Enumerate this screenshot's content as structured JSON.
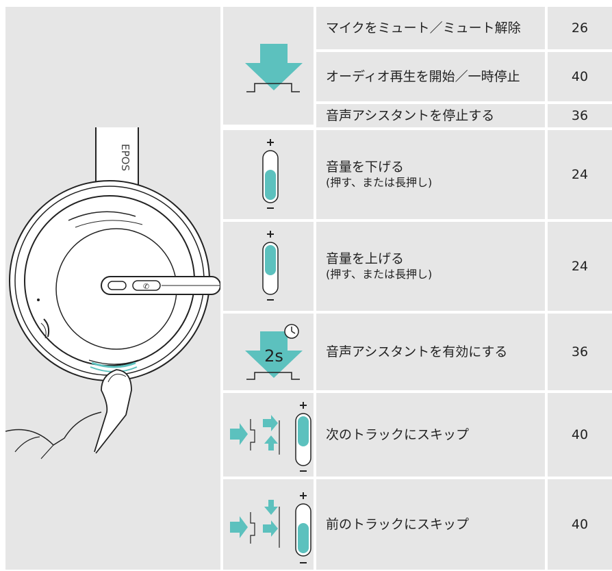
{
  "headset_brand": "EPOS",
  "timer_label": "2s",
  "rows": [
    {
      "text": "マイクをミュート／ミュート解除",
      "page": "26"
    },
    {
      "text": "オーディオ再生を開始／一時停止",
      "page": "40"
    },
    {
      "text": "音声アシスタントを停止する",
      "page": "36"
    },
    {
      "text": "音量を下げる",
      "sub": "(押す、または長押し)",
      "page": "24"
    },
    {
      "text": "音量を上げる",
      "sub": "(押す、または長押し)",
      "page": "24"
    },
    {
      "text": "音声アシスタントを有効にする",
      "page": "36"
    },
    {
      "text": "次のトラックにスキップ",
      "page": "40"
    },
    {
      "text": "前のトラックにスキップ",
      "page": "40"
    }
  ],
  "colors": {
    "accent": "#5cc1be",
    "panel": "#e6e6e6",
    "line": "#222222"
  }
}
